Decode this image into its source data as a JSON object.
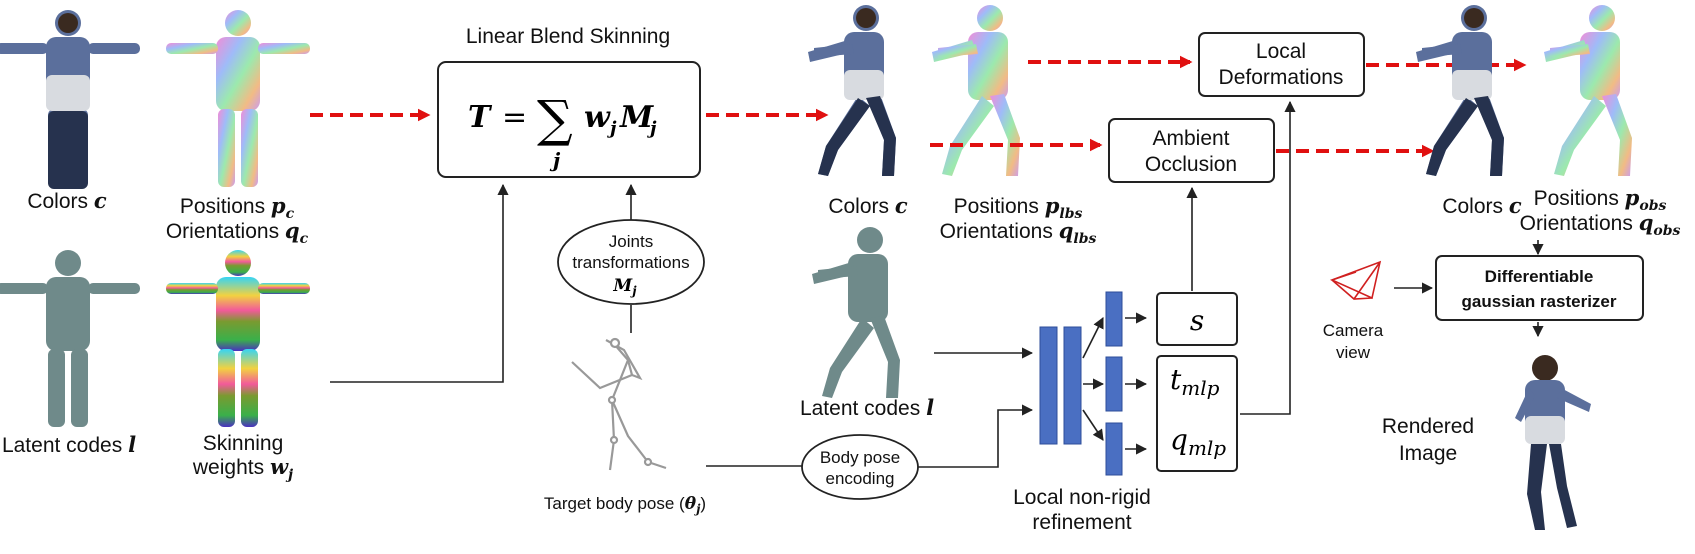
{
  "lbs": {
    "title": "Linear Blend Skinning",
    "formula_lhs": "T",
    "formula_eq": "=",
    "formula_sum": "∑",
    "formula_sub": "j",
    "formula_rhs": "w",
    "formula_rhs_sub": "j",
    "formula_rhs2": "M",
    "formula_rhs2_sub": "j"
  },
  "canonical": {
    "colors_label": "Colors",
    "colors_sym": "c",
    "positions_label": "Positions",
    "positions_sym": "p",
    "positions_sub": "c",
    "orientations_label": "Orientations",
    "orientations_sym": "q",
    "orientations_sub": "c",
    "latent_label": "Latent codes",
    "latent_sym": "l",
    "skinning_label": "Skinning",
    "weights_label": "weights",
    "weights_sym": "w",
    "weights_sub": "j"
  },
  "joints": {
    "line1": "Joints",
    "line2": "transformations",
    "sym": "M",
    "sub": "j"
  },
  "target_pose": {
    "label": "Target body pose (",
    "sym": "θ",
    "sub": "j",
    "close": ")"
  },
  "body_pose": {
    "line1": "Body pose",
    "line2": "encoding"
  },
  "posed": {
    "colors_label": "Colors",
    "colors_sym": "c",
    "positions_label": "Positions",
    "positions_sym": "p",
    "positions_sub": "lbs",
    "orientations_label": "Orientations",
    "orientations_sym": "q",
    "orientations_sub": "lbs",
    "latent_label": "Latent codes",
    "latent_sym": "l"
  },
  "local_deformations": {
    "line1": "Local",
    "line2": "Deformations"
  },
  "ambient_occlusion": {
    "line1": "Ambient",
    "line2": "Occlusion"
  },
  "outputs": {
    "s": "s",
    "t": "t",
    "t_sub": "mlp",
    "q": "q",
    "q_sub": "mlp"
  },
  "refinement": {
    "line1": "Local non-rigid",
    "line2": "refinement"
  },
  "observed": {
    "colors_label": "Colors",
    "colors_sym": "c",
    "positions_label": "Positions",
    "positions_sym": "p",
    "positions_sub": "obs",
    "orientations_label": "Orientations",
    "orientations_sym": "q",
    "orientations_sub": "obs"
  },
  "rasterizer": {
    "line1": "Differentiable",
    "line2": "gaussian rasterizer"
  },
  "camera": {
    "line1": "Camera",
    "line2": "view"
  },
  "rendered": {
    "line1": "Rendered",
    "line2": "Image"
  },
  "colors": {
    "red_arrow": "#e01010",
    "mlp_bar": "#4a6fc2",
    "camera_icon": "#d02020",
    "hoodie": "#5a6e98",
    "jeans": "#28345a"
  }
}
